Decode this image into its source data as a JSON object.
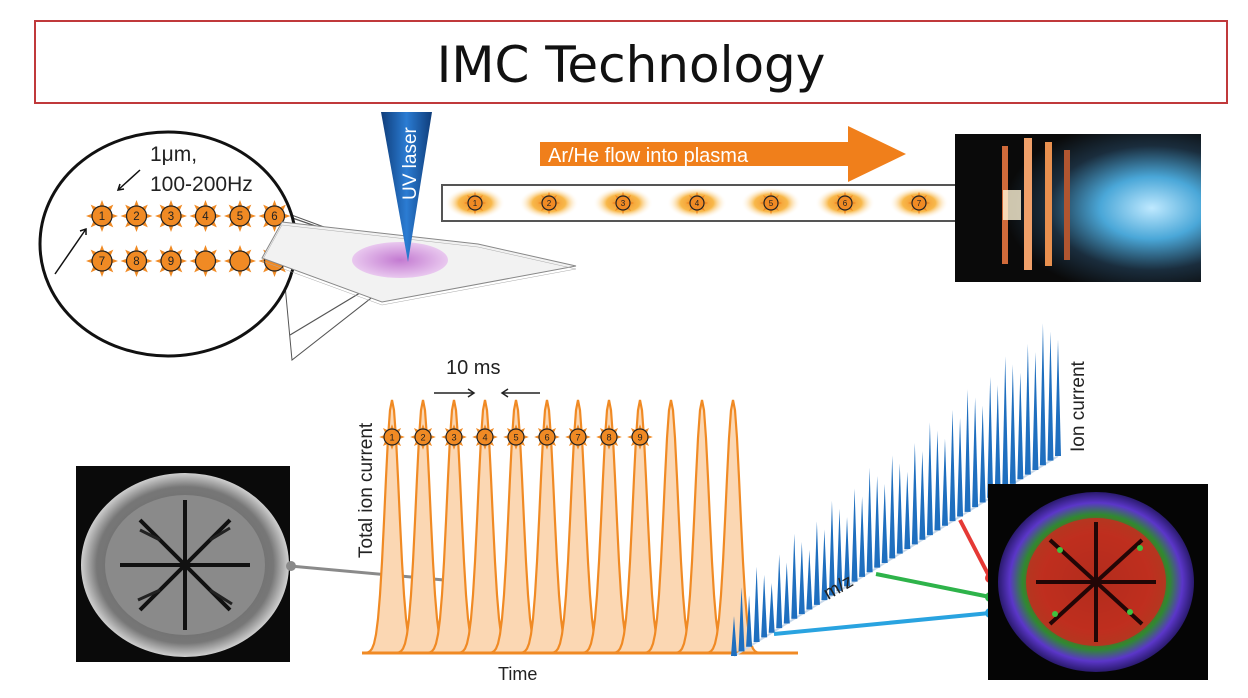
{
  "title": "IMC Technology",
  "zoom_callout": {
    "spot_label_line1": "1μm,",
    "spot_label_line2": "100-200Hz",
    "row1_numbers": [
      "1",
      "2",
      "3",
      "4",
      "5",
      "6"
    ],
    "row2_numbers": [
      "7",
      "8",
      "9",
      "",
      ""
    ]
  },
  "laser_label": "UV laser",
  "flow_label": "Ar/He flow into plasma",
  "tube_numbers": [
    "1",
    "2",
    "3",
    "4",
    "5",
    "6",
    "7"
  ],
  "ion_trace": {
    "interval_label": "10 ms",
    "y_axis_label": "Total ion current",
    "x_axis_label": "Time",
    "peak_numbers": [
      "1",
      "2",
      "3",
      "4",
      "5",
      "6",
      "7",
      "8",
      "9"
    ]
  },
  "mass_spectrum": {
    "axis_label": "m/z",
    "intensity_label": "Ion current"
  },
  "colors": {
    "title_border": "#c0393b",
    "orange": "#f08a24",
    "peak_fill": "#fbd7b3",
    "spectrum_blue": "#1f6fbf",
    "laser_blue": "#1a5ea8",
    "link_red": "#e53935",
    "link_green": "#2eb34a",
    "link_cyan": "#29a3e0"
  }
}
